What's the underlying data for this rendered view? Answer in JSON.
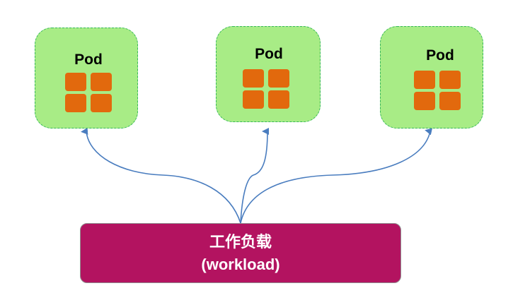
{
  "diagram": {
    "pods": [
      {
        "label": "Pod",
        "container_count": 4
      },
      {
        "label": "Pod",
        "container_count": 4
      },
      {
        "label": "Pod",
        "container_count": 4
      }
    ],
    "workload": {
      "title": "工作负载",
      "subtitle": "(workload)"
    },
    "edges": [
      {
        "from": "workload",
        "to": "pod-1"
      },
      {
        "from": "workload",
        "to": "pod-2"
      },
      {
        "from": "workload",
        "to": "pod-3"
      }
    ],
    "colors": {
      "pod_fill": "#a8ec86",
      "pod_border": "#36b85a",
      "container_fill": "#e2690d",
      "workload_fill": "#b31360",
      "edge": "#4a7dbf"
    }
  }
}
